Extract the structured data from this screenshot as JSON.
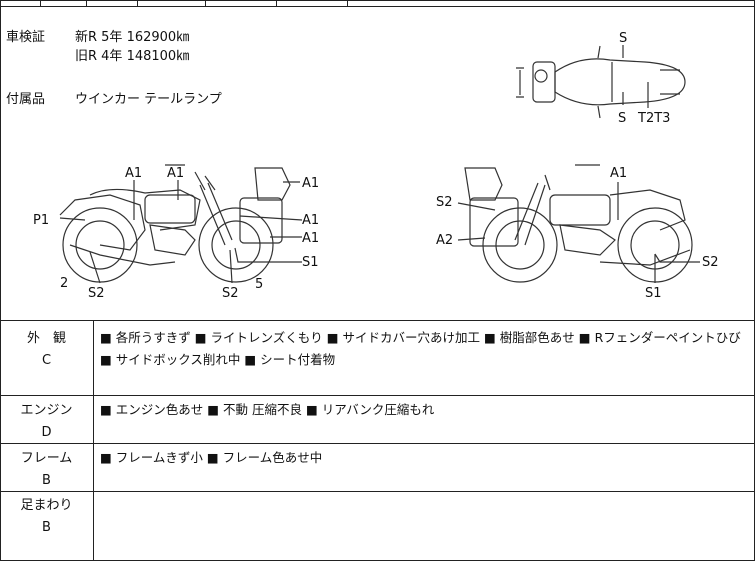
{
  "vehicle": {
    "inspection_label": "車検証",
    "new_r": "新R  5年 162900㎞",
    "old_r": "旧R  4年 148100㎞",
    "accessories_label": "付属品",
    "accessories": "ウインカー テールランプ"
  },
  "diagram_labels": {
    "top_s_upper": "S",
    "top_s_lower": "S",
    "top_t2t3": "T2T3",
    "left_a1_1": "A1",
    "left_a1_2": "A1",
    "left_a1_3": "A1",
    "left_a1_4": "A1",
    "left_a1_5": "A1",
    "left_p1": "P1",
    "left_s1": "S1",
    "left_2": "2",
    "left_s2_1": "S2",
    "left_s2_2": "S2",
    "left_5": "5",
    "right_a1": "A1",
    "right_s2_1": "S2",
    "right_a2": "A2",
    "right_s2_2": "S2",
    "right_s1": "S1"
  },
  "conditions": {
    "exterior_label": "外　観",
    "exterior_grade": "C",
    "exterior_text": "■ 各所うすきず ■ ライトレンズくもり ■ サイドカバー穴あけ加工 ■ 樹脂部色あせ ■ Rフェンダーペイントひび ■ サイドボックス削れ中 ■ シート付着物",
    "engine_label": "エンジン",
    "engine_grade": "D",
    "engine_text": "■ エンジン色あせ ■ 不動 圧縮不良 ■ リアバンク圧縮もれ",
    "frame_label": "フレーム",
    "frame_grade": "B",
    "frame_text": "■ フレームきず小 ■ フレーム色あせ中",
    "suspension_label": "足まわり",
    "suspension_grade": "B",
    "suspension_text": ""
  }
}
